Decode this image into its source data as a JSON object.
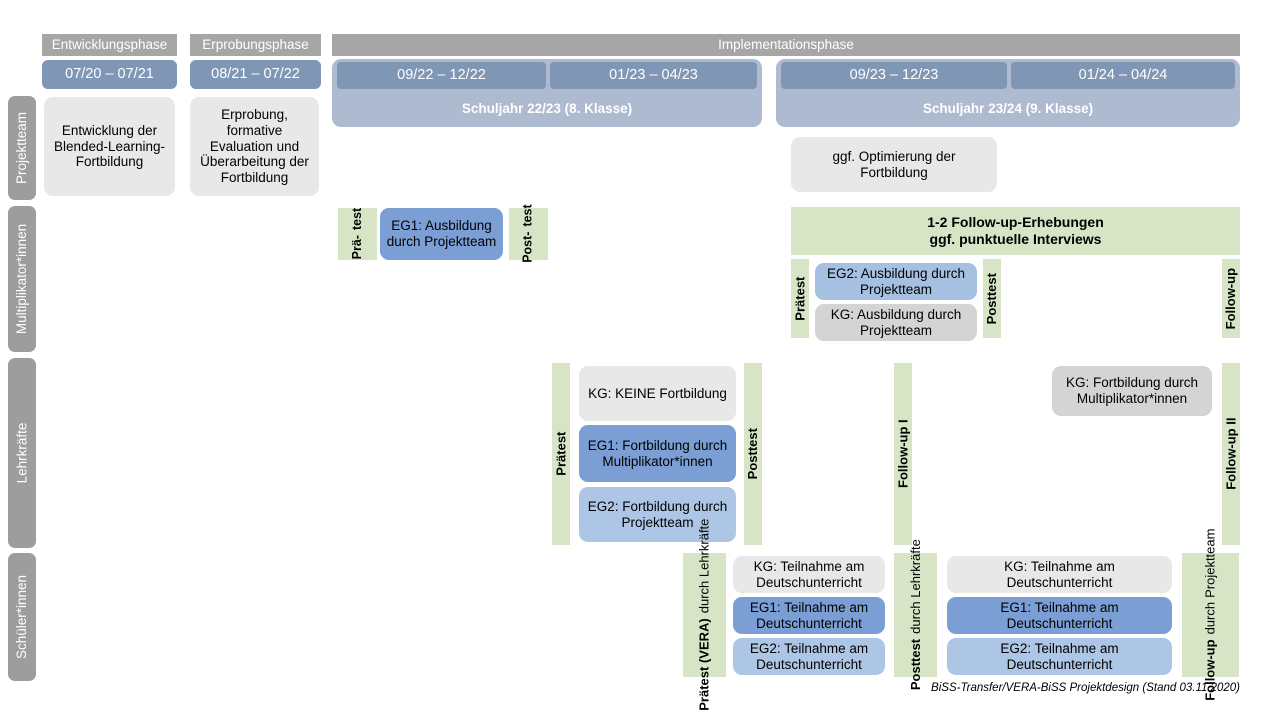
{
  "diagram": {
    "title": "BiSS-Transfer/VERA-BiSS Projektdesign",
    "footer": "BiSS-Transfer/VERA-BiSS Projektdesign (Stand 03.11.2020)",
    "colors": {
      "grey_header": "#a6a6a6",
      "row_label": "#9d9d9d",
      "date_chip": "#7f96b4",
      "school_year": "#aebad0",
      "green_test": "#d7e5c6",
      "box_grey": "#e8e8e8",
      "box_grey_dark": "#d4d4d4",
      "eg1_blue": "#7b9fd4",
      "eg2_blue": "#aec6e6"
    }
  },
  "phases": [
    {
      "label": "Entwicklungsphase"
    },
    {
      "label": "Erprobungsphase"
    },
    {
      "label": "Implementationsphase"
    }
  ],
  "periods": [
    {
      "label": "07/20 – 07/21"
    },
    {
      "label": "08/21 – 07/22"
    },
    {
      "label": "09/22 – 12/22"
    },
    {
      "label": "01/23 – 04/23"
    },
    {
      "label": "09/23 – 12/23"
    },
    {
      "label": "01/24 – 04/24"
    }
  ],
  "school_years": [
    {
      "label": "Schuljahr 22/23 (8. Klasse)"
    },
    {
      "label": "Schuljahr 23/24 (9. Klasse)"
    }
  ],
  "rows": [
    {
      "label": "Projektteam"
    },
    {
      "label": "Multiplikator*innen"
    },
    {
      "label": "Lehrkräfte"
    },
    {
      "label": "Schüler*innen"
    }
  ],
  "projektteam": {
    "entwicklung": "Entwicklung der Blended-Learning-Fortbildung",
    "erprobung": "Erprobung, formative Evaluation und Überarbeitung der Fortbildung",
    "optimierung": "ggf. Optimierung der Fortbildung"
  },
  "multiplikatoren": {
    "praetest_line1": "Prä-",
    "praetest_line2": "test",
    "posttest_line1": "Post-",
    "posttest_line2": "test",
    "eg1_box": "EG1: Ausbildung durch Projektteam",
    "banner_line1": "1-2 Follow-up-Erhebungen",
    "banner_line2": "ggf. punktuelle Interviews",
    "praetest2": "Prätest",
    "posttest2": "Posttest",
    "followup": "Follow-up",
    "eg2_box": "EG2:  Ausbildung durch Projektteam",
    "kg_box": "KG: Ausbildung durch Projektteam"
  },
  "lehrkraefte": {
    "praetest": "Prätest",
    "posttest": "Posttest",
    "followup1": "Follow-up I",
    "followup2": "Follow-up II",
    "kg_keine": "KG:  KEINE Fortbildung",
    "eg1": "EG1: Fortbildung durch Multiplikator*innen",
    "eg2": "EG2: Fortbildung durch Projektteam",
    "kg_fortbildung": "KG: Fortbildung durch Multiplikator*innen"
  },
  "schueler": {
    "praetest_bold": "Prätest (VERA)",
    "praetest_reg": "durch Lehrkräfte",
    "posttest_bold": "Posttest",
    "posttest_reg": "durch Lehrkräfte",
    "followup_bold": "Follow-up",
    "followup_reg1": "durch",
    "followup_reg2": "Projektteam",
    "kg_left": "KG: Teilnahme am Deutschunterricht",
    "eg1_left": "EG1: Teilnahme am Deutschunterricht",
    "eg2_left": "EG2: Teilnahme am Deutschunterricht",
    "kg_right": "KG: Teilnahme am Deutschunterricht",
    "eg1_right": "EG1: Teilnahme am Deutschunterricht",
    "eg2_right": "EG2: Teilnahme am Deutschunterricht"
  }
}
